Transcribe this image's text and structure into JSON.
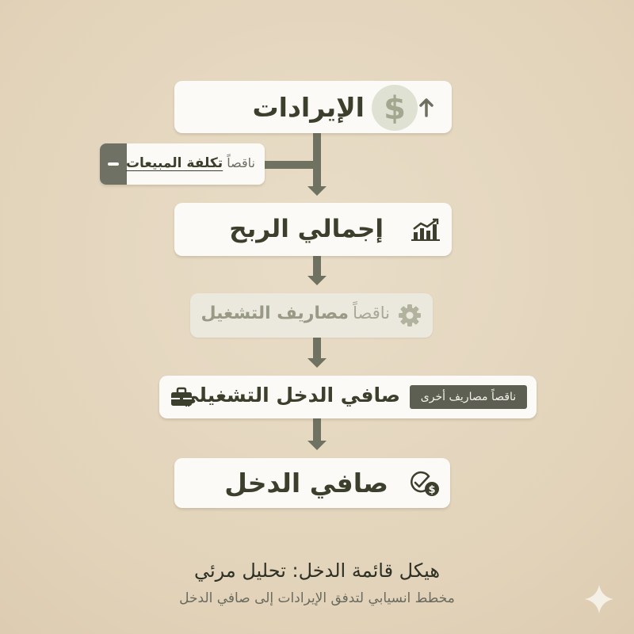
{
  "steps": {
    "revenue": {
      "label": "الإيرادات",
      "icon": "dollar-up-icon"
    },
    "cost_of_sales": {
      "prefix": "ناقصاً",
      "label": "تكلفة المبيعات",
      "icon": "minus-icon"
    },
    "gross_profit": {
      "label": "إجمالي الربح",
      "icon": "bar-chart-up-icon"
    },
    "operating_expenses": {
      "prefix": "ناقصاً",
      "label": "مصاريف التشغيل",
      "icon": "gear-icon"
    },
    "operating_income": {
      "label": "صافي الدخل التشغيلي",
      "icon": "briefcase-icon"
    },
    "other_expenses": {
      "label": "ناقصاً مصاريف أخرى"
    },
    "net_income": {
      "label": "صافي الدخل",
      "icon": "check-dollar-icon"
    }
  },
  "footer": {
    "title": "هيكل قائمة الدخل: تحليل مرئي",
    "subtitle": "مخطط انسيابي لتدفق الإيرادات إلى صافي الدخل"
  },
  "colors": {
    "background": "#e4d6bf",
    "card": "#fbfaf6",
    "text": "#3c3f2c",
    "arrow": "#6f7260",
    "badge": "#5c5f52"
  }
}
